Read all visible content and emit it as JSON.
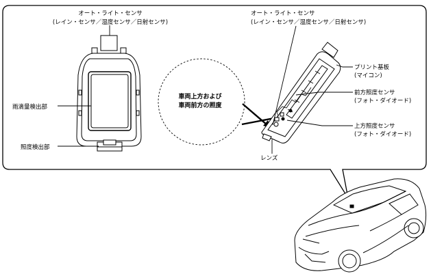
{
  "left_sensor_title": {
    "line1": "オート・ライト・センサ",
    "line2": "(レイン・センサ／湿度センサ／日射センサ)"
  },
  "right_sensor_title": {
    "line1": "オート・ライト・センサ",
    "line2": "(レイン・センサ／湿度センサ／日射センサ)"
  },
  "labels": {
    "rain_detector": "雨滴量検出部",
    "light_detector": "照度検出部",
    "lens": "レンズ",
    "pcb_line1": "プリント基板",
    "pcb_line2": "(マイコン)",
    "front_sensor_line1": "前方照度センサ",
    "front_sensor_line2": "(フォト・ダイオード)",
    "upper_sensor_line1": "上方照度センサ",
    "upper_sensor_line2": "(フォト・ダイオード)"
  },
  "callout": {
    "line1": "車両上方および",
    "line2": "車両前方の照度"
  },
  "colors": {
    "line": "#000000",
    "background": "#ffffff"
  }
}
